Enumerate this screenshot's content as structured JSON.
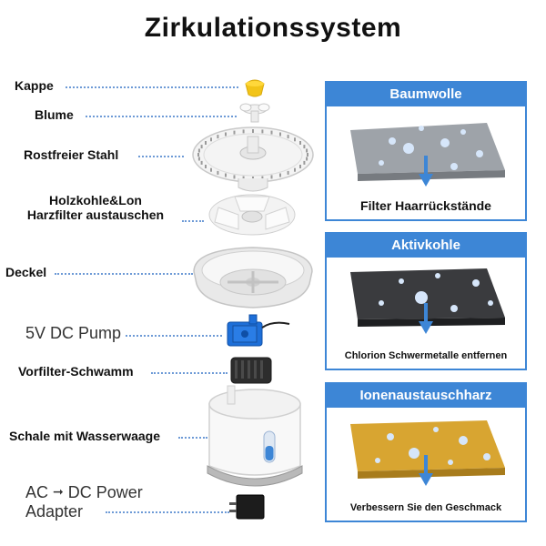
{
  "title": "Zirkulationssystem",
  "components": {
    "cap": "Kappe",
    "flower": "Blume",
    "steel": "Rostfreier Stahl",
    "filter_line1": "Holzkohle&Lon",
    "filter_line2": "Harzfilter austauschen",
    "lid": "Deckel",
    "pump": "5V DC Pump",
    "sponge": "Vorfilter-Schwamm",
    "bowl": "Schale mit Wasserwaage",
    "adapter_line1": "AC",
    "adapter_line2": "DC Power",
    "adapter_line3": "Adapter"
  },
  "panels": [
    {
      "header": "Baumwolle",
      "caption": "Filter Haarrückstände",
      "layer_color": "#9ea3a9"
    },
    {
      "header": "Aktivkohle",
      "caption": "Chlorion Schwermetalle entfernen",
      "layer_color": "#3a3b3e"
    },
    {
      "header": "Ionenaustauschharz",
      "caption": "Verbessern Sie den Geschmack",
      "layer_color": "#d8a531"
    }
  ],
  "colors": {
    "accent_blue": "#3d86d6",
    "cap_yellow": "#f2c418",
    "pump_blue": "#1e6fd8",
    "arrow_blue": "#3d86d6"
  }
}
